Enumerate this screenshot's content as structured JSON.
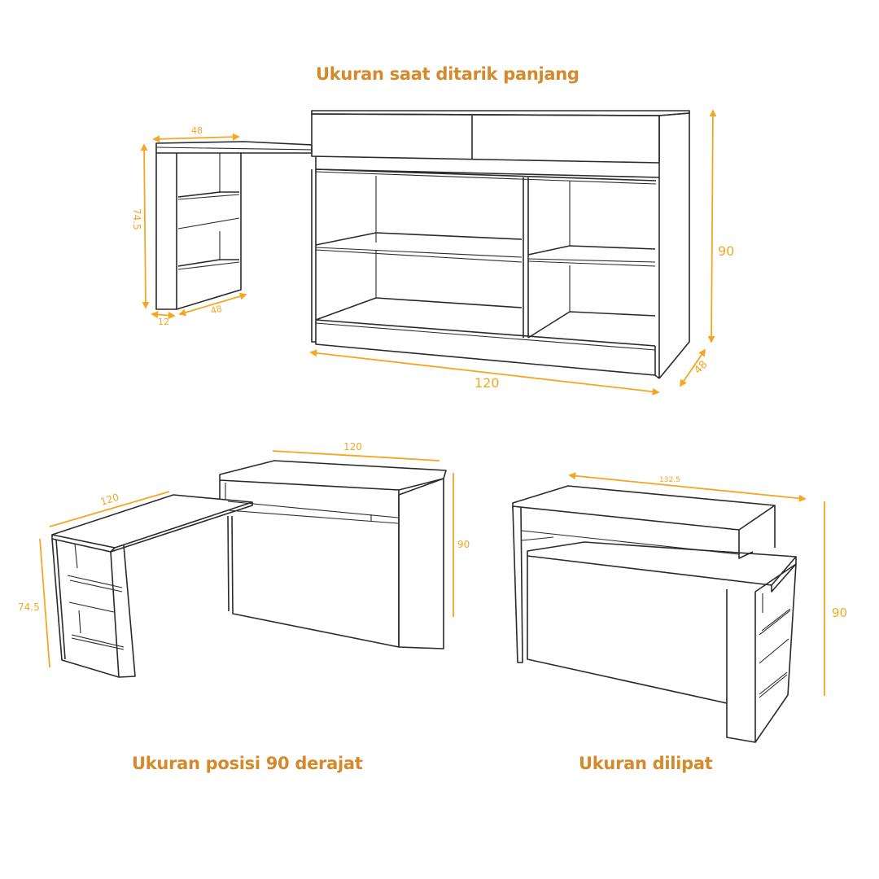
{
  "titles": {
    "extended": "Ukuran saat ditarik panjang",
    "ninety_degree": "Ukuran posisi 90 derajat",
    "folded": "Ukuran dilipat"
  },
  "extended_view": {
    "side_desk_top_width": "48",
    "side_desk_height": "74.5",
    "side_desk_leg_width": "12",
    "side_desk_depth": "48",
    "cabinet_height": "90",
    "cabinet_width": "120",
    "cabinet_depth": "48"
  },
  "ninety_degree_view": {
    "side_desk_length": "120",
    "main_desk_length": "120",
    "main_desk_height": "90",
    "side_desk_height": "74.5"
  },
  "folded_view": {
    "total_length": "132.5",
    "height": "90"
  },
  "colors": {
    "accent": "#d4892a",
    "dimension": "#f5a623",
    "line": "#2a2a2a"
  }
}
